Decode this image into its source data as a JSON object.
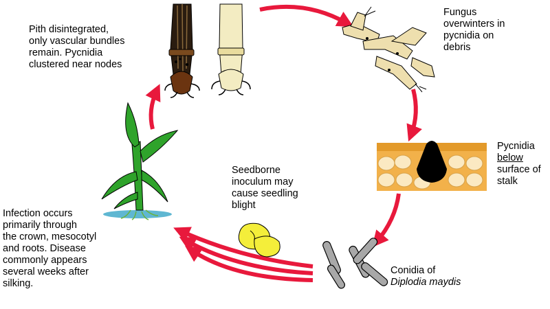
{
  "labels": {
    "pith": "Pith disintegrated,\nonly vascular bundles\nremain.  Pycnidia\nclustered near nodes",
    "fungus": "Fungus\noverwinters in\npycnidia on\ndebris",
    "pycnidia_line1": "Pycnidia",
    "pycnidia_below": "below",
    "pycnidia_rest": "surface of\nstalk",
    "seedborne": "Seedborne\ninoculum may\ncause seedling\nblight",
    "infection": "Infection occurs\nprimarily through\nthe crown, mesocotyl\nand roots. Disease\ncommonly appears\nseveral  weeks after\nsilking.",
    "conidia_line1": "Conidia of",
    "conidia_species": "Diplodia maydis"
  },
  "colors": {
    "arrow": "#e8193c",
    "stalk_dark": "#2a1c10",
    "stalk_light": "#f3ecc2",
    "leaf": "#2fa32b",
    "debris": "#eedfae",
    "tissue_orange": "#f2b14a",
    "cell_fill": "#fbe9c2",
    "pycnidium": "#000000",
    "seed": "#f4ee3a",
    "conidia": "#a8a8a8",
    "soil": "#5fb7d2"
  },
  "icons": {
    "stalk_infected": "infected-stalk-icon",
    "stalk_healthy": "healthy-stalk-icon",
    "debris": "crop-debris-icon",
    "tissue": "stalk-tissue-icon",
    "conidia": "conidia-spores-icon",
    "seed": "seed-icon",
    "plant": "corn-seedling-icon"
  }
}
